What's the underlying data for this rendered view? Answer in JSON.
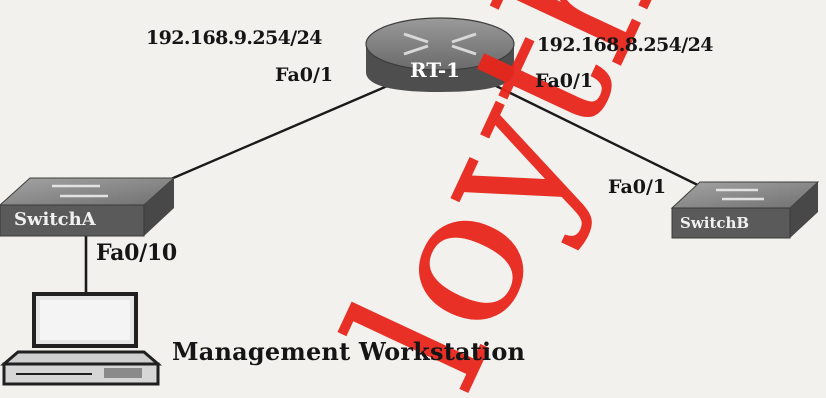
{
  "devices": {
    "router": {
      "label": "RT-1",
      "icon": "router-icon"
    },
    "switch_a": {
      "label": "SwitchA",
      "icon": "switch-icon"
    },
    "switch_b": {
      "label": "SwitchB",
      "icon": "switch-icon"
    },
    "workstation": {
      "label": "Management Workstation",
      "icon": "workstation-icon"
    }
  },
  "labels": {
    "router_left_ip": "192.168.9.254/24",
    "router_left_port": "Fa0/1",
    "router_right_ip": "192.168.8.254/24",
    "router_right_port": "Fa0/1",
    "switch_b_port": "Fa0/1",
    "switch_a_port": "Fa0/10"
  },
  "watermark": {
    "text": "loytha",
    "color": "#e8261c"
  },
  "colors": {
    "background": "#f2f1ee",
    "device": "#5e5e5e",
    "link": "#1a1a1a"
  }
}
